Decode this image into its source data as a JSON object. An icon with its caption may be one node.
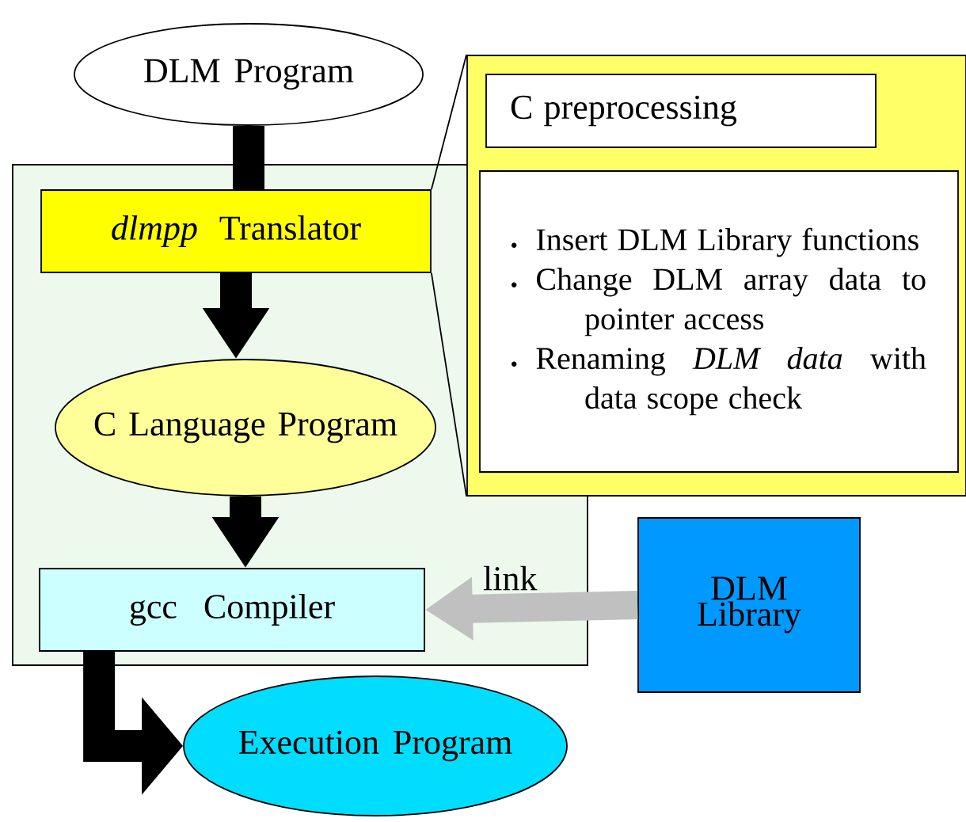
{
  "diagram": {
    "nodes": [
      {
        "text": [
          "DLM Program"
        ]
      },
      {
        "text": [],
        "shape": "box"
      },
      {
        "text": [
          "*dlmpp* Translator"
        ],
        "in": 1
      },
      {
        "text": [
          "C Language Program"
        ],
        "in": 1
      },
      {
        "text": [
          "gcc Compiler"
        ],
        "in": 1
      },
      {
        "text": [
          "Execution Program"
        ]
      },
      {
        "text": [],
        "shape": "box"
      },
      {
        "text": [
          "C preprocessing"
        ],
        "in": 6
      },
      {
        "text": [
          "Insert DLM Library functions",
          "Change DLM array data to pointer access",
          "Renaming *DLM data* with data scope check"
        ],
        "in": 6
      },
      {
        "text": [
          "DLM Library"
        ]
      }
    ],
    "edges": [
      {
        "from": 0,
        "to": 2,
        "arrow": "none"
      },
      {
        "from": 2,
        "to": 3,
        "arrow": "to"
      },
      {
        "from": 3,
        "to": 4,
        "arrow": "to"
      },
      {
        "from": 4,
        "to": 5,
        "arrow": "to"
      },
      {
        "from": 9,
        "to": 4,
        "arrow": "to",
        "color": "#c0c0c0",
        "label": "link"
      },
      {
        "from": 2,
        "to": 6,
        "arrow": "none"
      }
    ]
  }
}
